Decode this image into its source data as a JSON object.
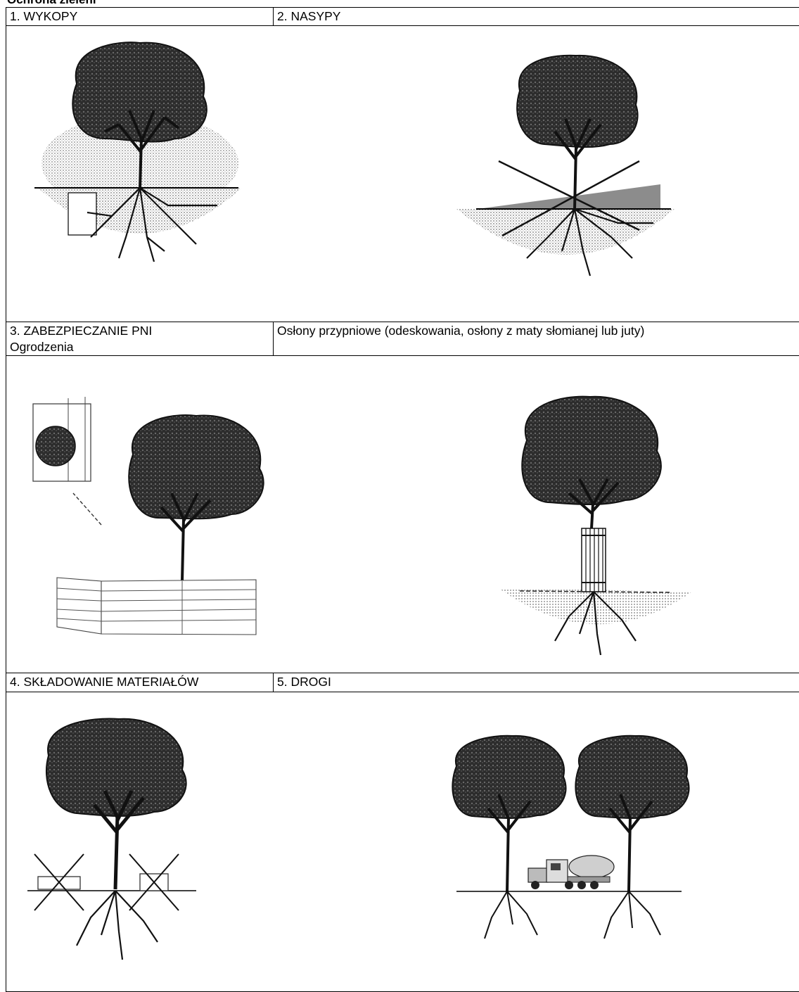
{
  "document": {
    "title": "Ochrona zieleni"
  },
  "sections": {
    "s1": "1. WYKOPY",
    "s2": "2. NASYPY",
    "s3_line1": "3. ZABEZPIECZANIE PNI",
    "s3_line2": "Ogrodzenia",
    "s3_right": "Osłony przypniowe (odeskowania, osłony z maty słomianej lub juty)",
    "s4": "4. SKŁADOWANIE MATERIAŁÓW",
    "s5": "5. DROGI"
  },
  "illustrations": [
    {
      "name": "excavation-tree-figure",
      "depicts": "tree with trench dug near roots"
    },
    {
      "name": "embankment-tree-figure",
      "depicts": "tree with soil embankment crossed out"
    },
    {
      "name": "fence-protection-figure",
      "depicts": "tree surrounded by plank fence with detail inset"
    },
    {
      "name": "trunk-wrap-figure",
      "depicts": "tree with wrapped trunk guard"
    },
    {
      "name": "material-storage-figure",
      "depicts": "tree with stored materials crossed out"
    },
    {
      "name": "road-trees-figure",
      "depicts": "two trees with a truck between them"
    }
  ]
}
